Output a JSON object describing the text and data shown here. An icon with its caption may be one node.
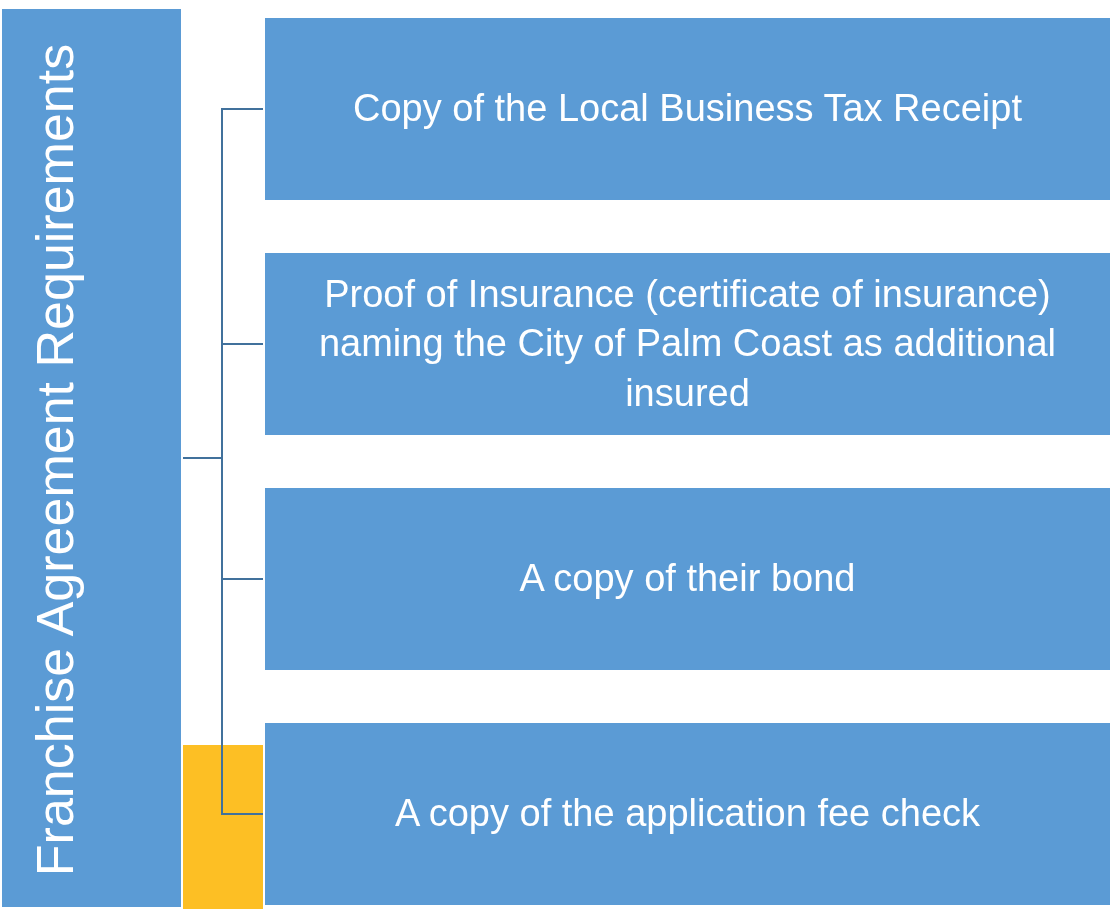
{
  "diagram": {
    "nodes": [
      {
        "text": [
          "Franchise Agreement Requirements"
        ]
      },
      {
        "text": [
          "Copy of the Local Business Tax Receipt"
        ]
      },
      {
        "text": [
          "Proof of Insurance (certificate of insurance) naming the City of Palm Coast as additional insured"
        ]
      },
      {
        "text": [
          "A copy of their bond"
        ]
      },
      {
        "text": [
          "A copy of the application fee check"
        ]
      }
    ],
    "edges": [
      {
        "from": 0,
        "to": 1,
        "arrow": "none"
      },
      {
        "from": 0,
        "to": 2,
        "arrow": "none"
      },
      {
        "from": 0,
        "to": 3,
        "arrow": "none"
      },
      {
        "from": 0,
        "to": 4,
        "arrow": "none"
      }
    ]
  }
}
